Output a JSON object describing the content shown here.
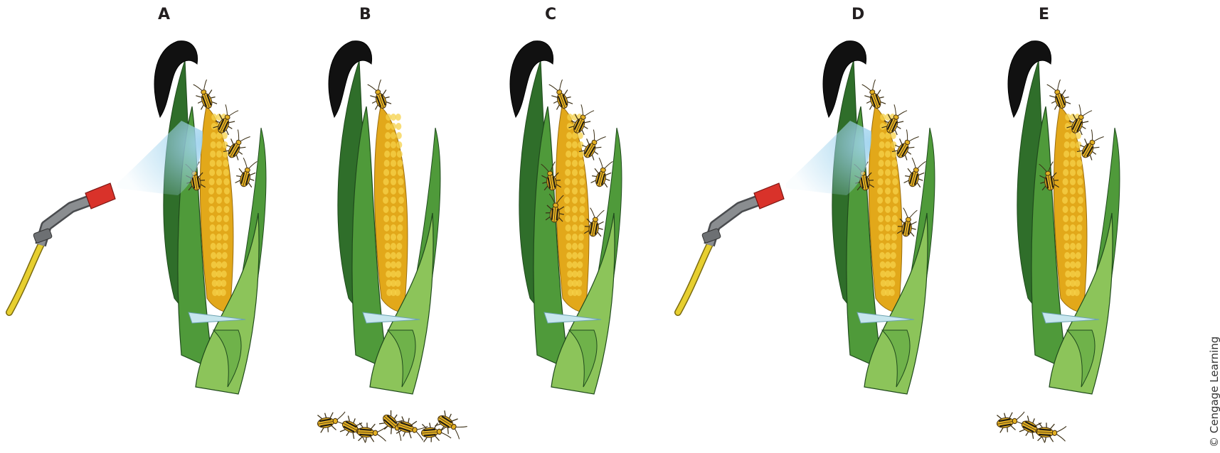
{
  "panels": [
    {
      "label": "A",
      "sprayer": true,
      "beetles_on_ear": 5,
      "beetles_fallen": 0
    },
    {
      "label": "B",
      "sprayer": false,
      "beetles_on_ear": 1,
      "beetles_fallen": 7
    },
    {
      "label": "C",
      "sprayer": false,
      "beetles_on_ear": 7,
      "beetles_fallen": 0
    },
    {
      "label": "D",
      "sprayer": true,
      "beetles_on_ear": 6,
      "beetles_fallen": 0
    },
    {
      "label": "E",
      "sprayer": false,
      "beetles_on_ear": 4,
      "beetles_fallen": 3
    }
  ],
  "copyright": "© Cengage Learning",
  "colors": {
    "husk_dark": "#2f6e2a",
    "husk": "#4f9a3a",
    "husk_light": "#8cc45a",
    "kernel": "#e2a81a",
    "kernel_light": "#f5d24a",
    "silk": "#111111",
    "beetle": "#e3b023",
    "beetle_stripe": "#1e1a12",
    "spray": "#9fd3ee",
    "nozzle": "#d9322a",
    "hose": "#e7cf2f",
    "metal": "#8a8d90"
  }
}
